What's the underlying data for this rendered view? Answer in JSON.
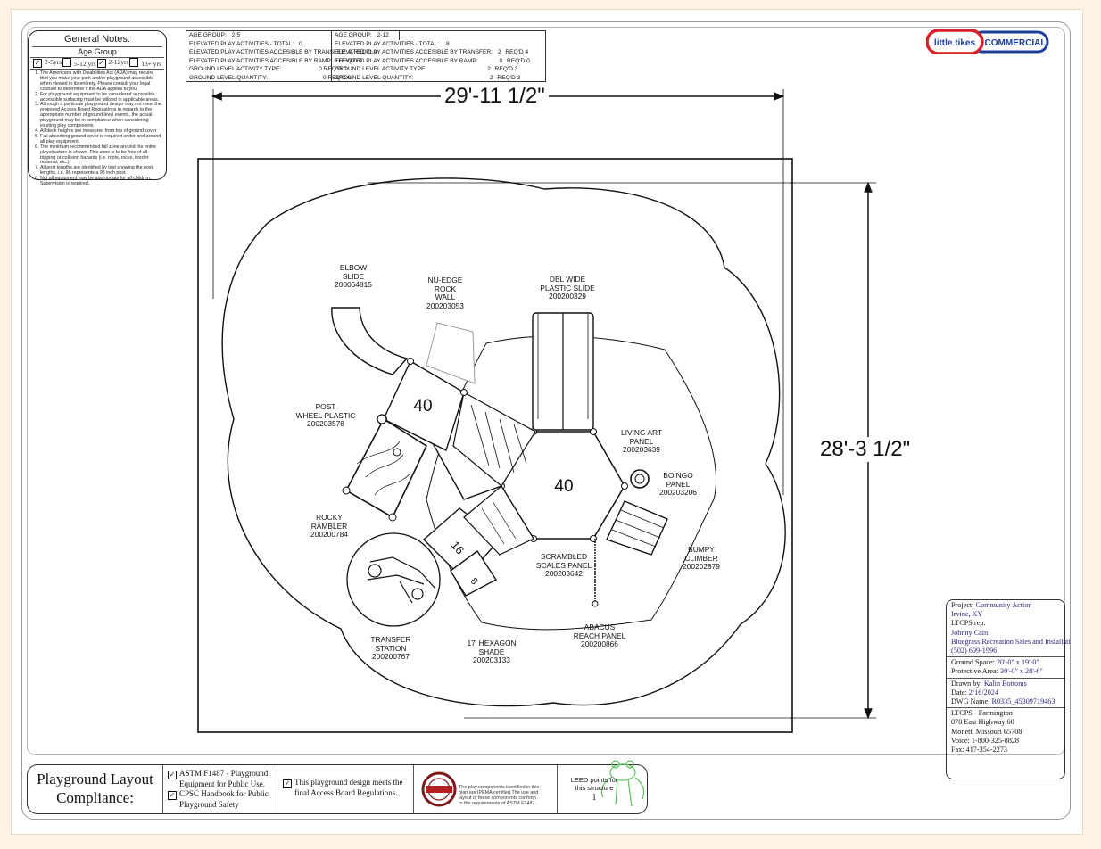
{
  "notes": {
    "title": "General Notes:",
    "age_group_title": "Age Group",
    "ages": [
      {
        "label": "2-5yrs",
        "checked": true
      },
      {
        "label": "5-12 yrs",
        "checked": false
      },
      {
        "label": "2-12yrs",
        "checked": true
      },
      {
        "label": "13+ yrs",
        "checked": false
      }
    ],
    "items": [
      "The Americans with Disabilities Act (ADA) may require that you make your park and/or playground accessible when viewed in its entirety. Please consult your legal counsel to determine if the ADA applies to you.",
      "For playground equipment to be considered accessible, accessible surfacing must be utilized in applicable areas.",
      "Although a particular playground design may not meet the proposed Access Board Regulations in regards to the appropriate number of ground level events, the actual playground may be in compliance when considering existing play components.",
      "All deck heights are measured from top of ground cover.",
      "Fall absorbing ground cover is required under and around all play equipment.",
      "The minimum recommended fall zone around the entire playstructure is shown. This zone is to be free of all tripping or collision hazards (i.e. roots, rocks, border material, etc.).",
      "All post lengths are identified by text showing the post lengths, i.e. 96 represents a 96 inch post.",
      "Not all equipment may be appropriate for all children. Supervision is required."
    ]
  },
  "stats": {
    "left": {
      "age_group_label": "AGE GROUP:",
      "age_group": "2-5",
      "rows": [
        {
          "label": "ELEVATED PLAY ACTIVITIES - TOTAL:",
          "value": "0",
          "req": ""
        },
        {
          "label": "ELEVATED PLAY ACTIVITIES ACCESIBLE BY TRANSFER:",
          "value": "0",
          "req": "REQ'D 0"
        },
        {
          "label": "ELEVATED PLAY ACTIVITIES ACCESIBLE BY RAMP:",
          "value": "0",
          "req": "REQ'D 0"
        },
        {
          "label": "GROUND LEVEL ACTIVITY TYPE:",
          "value": "0",
          "req": "REQ'D 0"
        },
        {
          "label": "GROUND LEVEL QUANTITY:",
          "value": "0",
          "req": "REQ'D 0"
        }
      ]
    },
    "right": {
      "age_group_label": "AGE GROUP:",
      "age_group": "2-12",
      "rows": [
        {
          "label": "ELEVATED PLAY ACTIVITIES - TOTAL:",
          "value": "8",
          "req": ""
        },
        {
          "label": "ELEVATED PLAY ACTIVITIES ACCESIBLE BY TRANSFER:",
          "value": "2",
          "req": "REQ'D 4"
        },
        {
          "label": "ELEVATED PLAY ACTIVITIES ACCESIBLE BY RAMP:",
          "value": "0",
          "req": "REQ'D 0"
        },
        {
          "label": "GROUND LEVEL ACTIVITY TYPE:",
          "value": "2",
          "req": "REQ'D 3"
        },
        {
          "label": "GROUND LEVEL QUANTITY:",
          "value": "2",
          "req": "REQ'D 3"
        }
      ]
    }
  },
  "logo": {
    "brand": "little tikes",
    "tag": "COMMERCIAL",
    "brand_color": "#d6202a",
    "tag_color": "#1d3f9a"
  },
  "dimensions": {
    "width": "29'-11 1/2\"",
    "height": "28'-3 1/2\""
  },
  "components": [
    {
      "key": "elbow",
      "lines": [
        "ELBOW",
        "SLIDE",
        "200064815"
      ]
    },
    {
      "key": "rockwall",
      "lines": [
        "NU-EDGE",
        "ROCK",
        "WALL",
        "200203053"
      ]
    },
    {
      "key": "dblslide",
      "lines": [
        "DBL WIDE",
        "PLASTIC SLIDE",
        "200200329"
      ]
    },
    {
      "key": "post",
      "lines": [
        "POST",
        "WHEEL PLASTIC",
        "200203578"
      ]
    },
    {
      "key": "livingart",
      "lines": [
        "LIVING ART",
        "PANEL",
        "200203639"
      ]
    },
    {
      "key": "boingo",
      "lines": [
        "BOINGO",
        "PANEL",
        "200203206"
      ]
    },
    {
      "key": "rocky",
      "lines": [
        "ROCKY",
        "RAMBLER",
        "200200784"
      ]
    },
    {
      "key": "bumpy",
      "lines": [
        "BUMPY",
        "CLIMBER",
        "200202879"
      ]
    },
    {
      "key": "scrambled",
      "lines": [
        "SCRAMBLED",
        "SCALES PANEL",
        "200203642"
      ]
    },
    {
      "key": "abacus",
      "lines": [
        "ABACUS",
        "REACH PANEL",
        "200200866"
      ]
    },
    {
      "key": "transfer",
      "lines": [
        "TRANSFER",
        "STATION",
        "200200767"
      ]
    },
    {
      "key": "hexshade",
      "lines": [
        "17' HEXAGON",
        "SHADE",
        "200203133"
      ]
    }
  ],
  "deck_heights": [
    "40",
    "40",
    "16",
    "8"
  ],
  "info": {
    "project_label": "Project:",
    "project": "Community Action",
    "location": "Irvine, KY",
    "rep_label": "LTCPS rep:",
    "rep": "Johnny Cain",
    "company": "Bluegrass Recreation Sales and Installati",
    "phone": "(502) 609-1996",
    "ground_label": "Ground Space:",
    "ground": "20'-0\" x 19'-0\"",
    "protective_label": "Protective Area:",
    "protective": "30'-0\" x 28'-6\"",
    "drawn_label": "Drawn by:",
    "drawn": "Kalin Bottoms",
    "date_label": "Date:",
    "date": "2/16/2024",
    "dwg_label": "DWG Name:",
    "dwg": "R0335_45309719463",
    "office": "LTCPS - Farmington",
    "address1": "878 East Highway 60",
    "address2": "Monett, Missouri 65708",
    "voice": "Voice: 1-800-325-8828",
    "fax": "Fax: 417-354-2273"
  },
  "compliance": {
    "title_line1": "Playground Layout",
    "title_line2": "Compliance:",
    "astm_line1": "ASTM F1487 - Playground",
    "astm_line2": "Equipment for Public Use.",
    "cpsc_line1": "CPSC Handbook for Public",
    "cpsc_line2": "Playground Safety",
    "access_line1": "This playground design meets the",
    "access_line2": "final Access Board Regulations.",
    "ipema_line1": "The play components identified in this",
    "ipema_line2": "plan are IPEMA certified.The use and",
    "ipema_line3": "layout of these components conform",
    "ipema_line4": "to the requirements of ASTM F1487.",
    "leed_line1": "LEED points for",
    "leed_line2": "this structure",
    "leed_points": "1"
  }
}
